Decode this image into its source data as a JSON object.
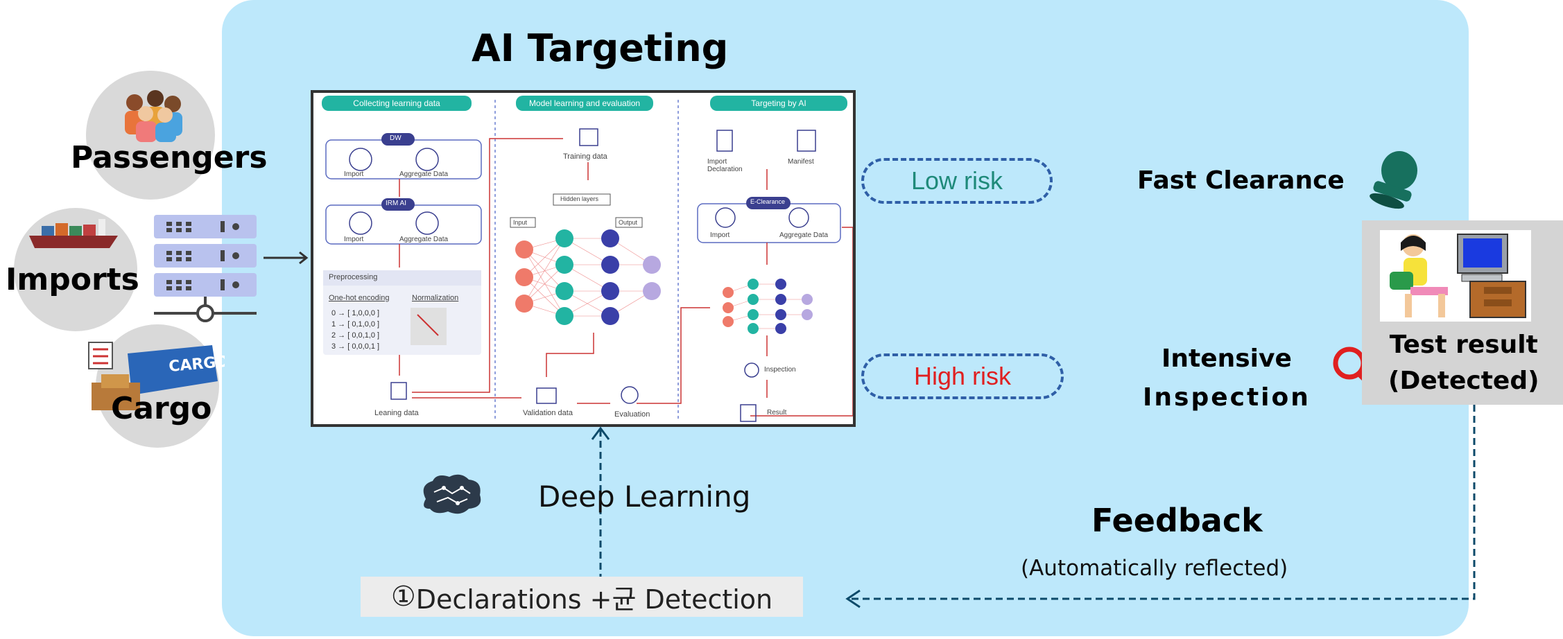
{
  "title": "AI Targeting",
  "inputs": {
    "passengers": "Passengers",
    "imports": "Imports",
    "cargo": "Cargo"
  },
  "inner_diagram": {
    "col1_header": "Collecting learning data",
    "col2_header": "Model learning and evaluation",
    "col3_header": "Targeting by AI",
    "dw": "DW",
    "import": "Import",
    "aggregate_data": "Aggregate Data",
    "irm_ai": "IRM AI",
    "preprocessing": "Preprocessing",
    "one_hot": "One-hot encoding",
    "normalization": "Normalization",
    "enc_rows": [
      "0 → [ 1,0,0,0 ]",
      "1 → [ 0,1,0,0 ]",
      "2 → [ 0,0,1,0 ]",
      "3 → [ 0,0,0,1 ]"
    ],
    "leaning_data": "Leaning data",
    "training_data": "Training data",
    "hidden_layers": "Hidden layers",
    "input": "Input",
    "output": "Output",
    "validation_data": "Validation data",
    "evaluation": "Evaluation",
    "import_declaration": "Import Declaration",
    "manifest": "Manifest",
    "e_clearance": "E-Clearance",
    "inspection": "Inspection",
    "result": "Result"
  },
  "risk": {
    "low": "Low risk",
    "high": "High risk",
    "low_color": "#1f8a7a",
    "high_color": "#e02020"
  },
  "outcomes": {
    "fast_clearance": "Fast Clearance",
    "intensive_line1": "Intensive",
    "intensive_line2": "Inspection",
    "test_result_line1": "Test result",
    "test_result_line2": "(Detected)"
  },
  "deep_learning": "Deep Learning",
  "feedback": {
    "title": "Feedback",
    "subtitle": "(Automatically reflected)"
  },
  "declarations": {
    "number": "①",
    "text": "Declarations +균  Detection"
  },
  "icons": [
    "people-icon",
    "ship-icon",
    "cargo-icon",
    "server-icon",
    "brain-icon",
    "stamp-icon",
    "magnifier-icon",
    "operator-icon"
  ]
}
